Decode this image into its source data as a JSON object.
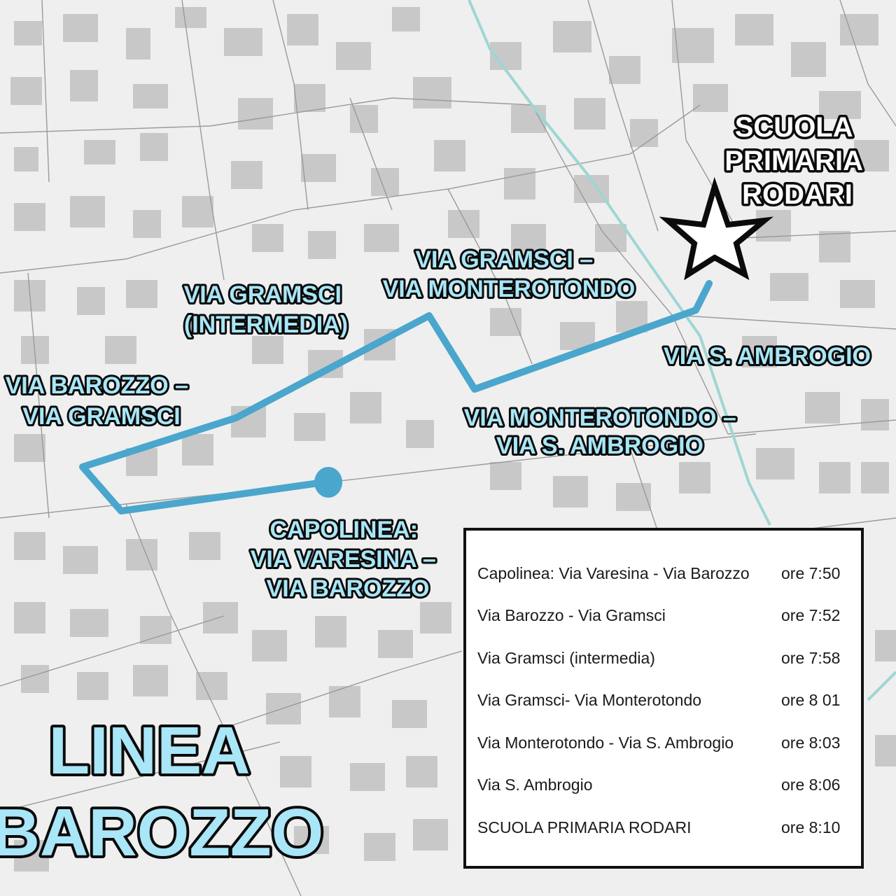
{
  "map": {
    "colors": {
      "background": "#efefef",
      "building": "#c8c8c8",
      "street": "#9a9a9a",
      "canal": "#9fd6d4",
      "route": "#4aa6cc",
      "label_fill": "#a9e6f7",
      "outline": "#0b0b0b"
    },
    "icons": {
      "school": "star-icon",
      "terminus": "terminus-dot-icon"
    },
    "school_label": [
      "SCUOLA",
      "PRIMARIA",
      "RODARI"
    ],
    "stop_labels": {
      "gramsci_monterotondo": [
        "VIA GRAMSCI –",
        "VIA MONTEROTONDO"
      ],
      "gramsci_intermedia": [
        "VIA GRAMSCI",
        "(INTERMEDIA)"
      ],
      "barozzo_gramsci": [
        "VIA BAROZZO –",
        "VIA GRAMSCI"
      ],
      "s_ambrogio": [
        "VIA S. AMBROGIO"
      ],
      "monterotondo_s_ambrogio": [
        "VIA MONTEROTONDO –",
        "VIA S. AMBROGIO"
      ],
      "capolinea": [
        "CAPOLINEA:",
        "VIA VARESINA –",
        "VIA BAROZZO"
      ]
    },
    "line_title": [
      "LINEA",
      "BAROZZO"
    ]
  },
  "timetable": {
    "rows": [
      {
        "stop": "Capolinea: Via Varesina - Via Barozzo",
        "time": "ore 7:50"
      },
      {
        "stop": "Via Barozzo - Via Gramsci",
        "time": "ore 7:52"
      },
      {
        "stop": "Via Gramsci (intermedia)",
        "time": "ore 7:58"
      },
      {
        "stop": "Via Gramsci- Via Monterotondo",
        "time": "ore 8 01"
      },
      {
        "stop": "Via Monterotondo - Via S. Ambrogio",
        "time": "ore 8:03"
      },
      {
        "stop": "Via S. Ambrogio",
        "time": "ore 8:06"
      },
      {
        "stop": " SCUOLA PRIMARIA RODARI",
        "time": "ore 8:10"
      }
    ]
  }
}
